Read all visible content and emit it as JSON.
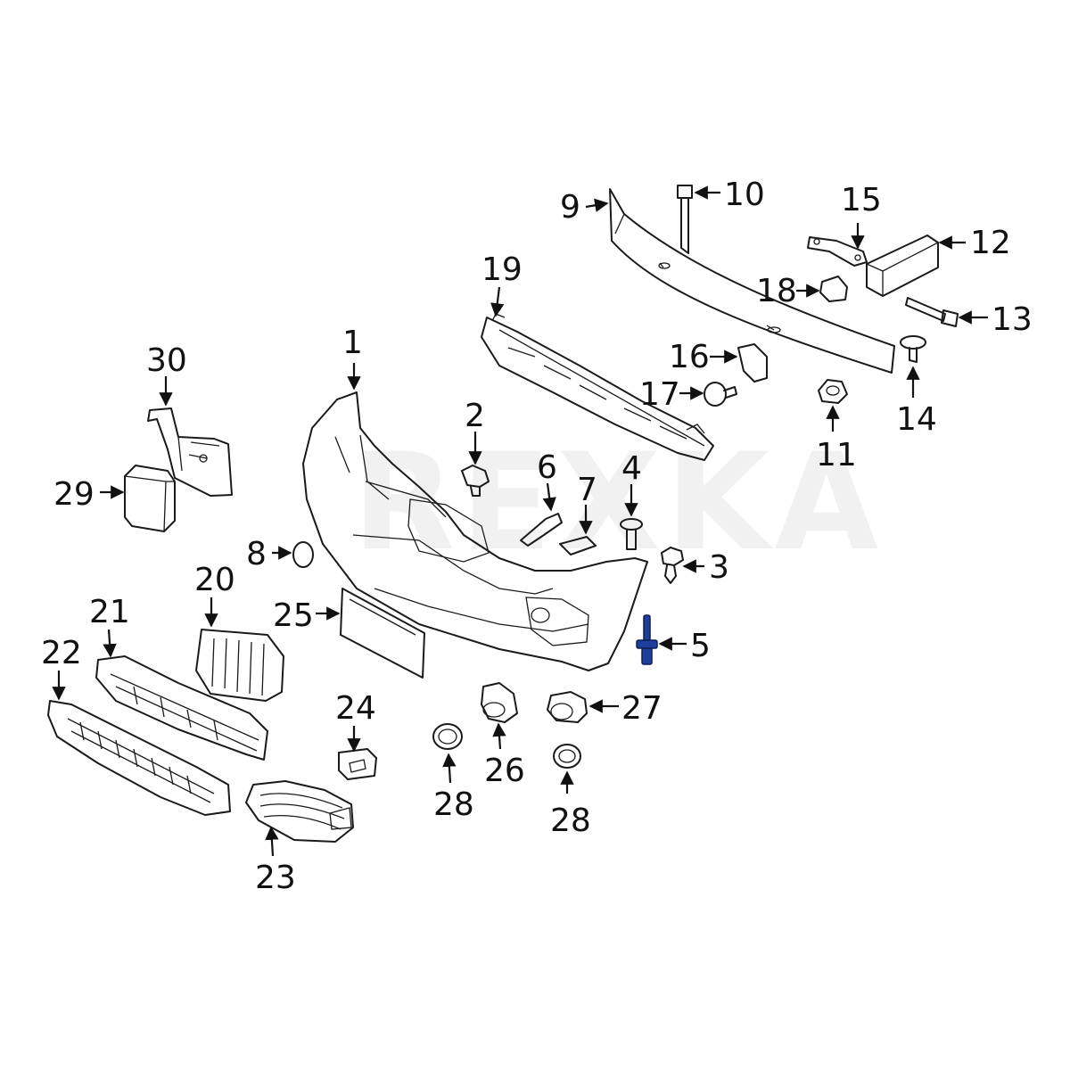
{
  "watermark": "REXKA",
  "highlight_color": "#1c3f9e",
  "callouts": [
    {
      "id": "c1",
      "label": "1"
    },
    {
      "id": "c2",
      "label": "2"
    },
    {
      "id": "c3",
      "label": "3"
    },
    {
      "id": "c4",
      "label": "4"
    },
    {
      "id": "c5",
      "label": "5",
      "highlighted": true
    },
    {
      "id": "c6",
      "label": "6"
    },
    {
      "id": "c7",
      "label": "7"
    },
    {
      "id": "c8",
      "label": "8"
    },
    {
      "id": "c9",
      "label": "9"
    },
    {
      "id": "c10",
      "label": "10"
    },
    {
      "id": "c11",
      "label": "11"
    },
    {
      "id": "c12",
      "label": "12"
    },
    {
      "id": "c13",
      "label": "13"
    },
    {
      "id": "c14",
      "label": "14"
    },
    {
      "id": "c15",
      "label": "15"
    },
    {
      "id": "c16",
      "label": "16"
    },
    {
      "id": "c17",
      "label": "17"
    },
    {
      "id": "c18",
      "label": "18"
    },
    {
      "id": "c19",
      "label": "19"
    },
    {
      "id": "c20",
      "label": "20"
    },
    {
      "id": "c21",
      "label": "21"
    },
    {
      "id": "c22",
      "label": "22"
    },
    {
      "id": "c23",
      "label": "23"
    },
    {
      "id": "c24",
      "label": "24"
    },
    {
      "id": "c25",
      "label": "25"
    },
    {
      "id": "c26",
      "label": "26"
    },
    {
      "id": "c27",
      "label": "27"
    },
    {
      "id": "c28a",
      "label": "28"
    },
    {
      "id": "c28b",
      "label": "28"
    },
    {
      "id": "c29",
      "label": "29"
    },
    {
      "id": "c30",
      "label": "30"
    }
  ]
}
